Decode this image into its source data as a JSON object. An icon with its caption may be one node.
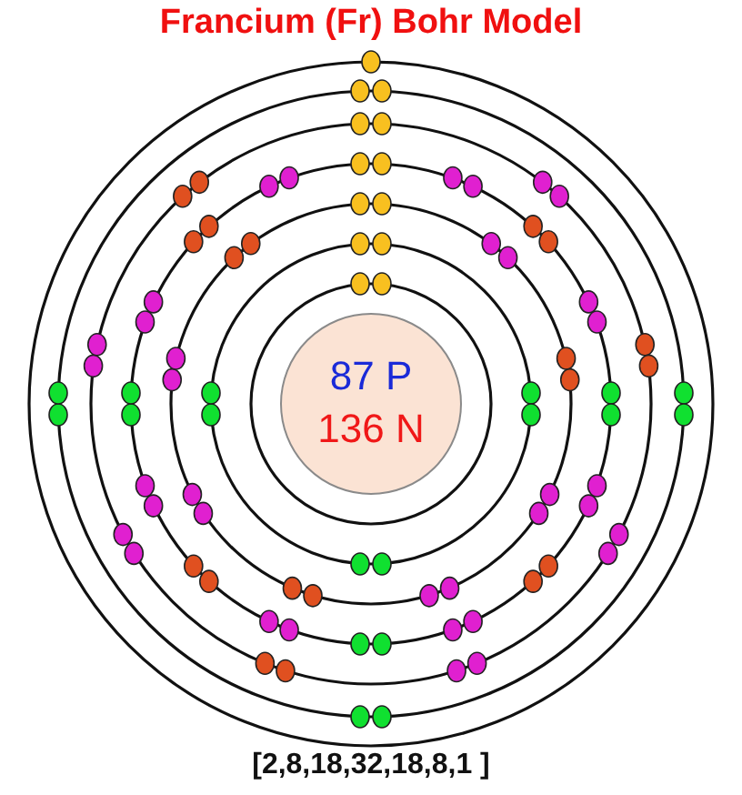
{
  "diagram": {
    "title": "Francium (Fr) Bohr Model",
    "caption": "[2,8,18,32,18,8,1 ]",
    "nodes": [
      {
        "text": [
          "87 P",
          "136 N"
        ]
      }
    ]
  }
}
